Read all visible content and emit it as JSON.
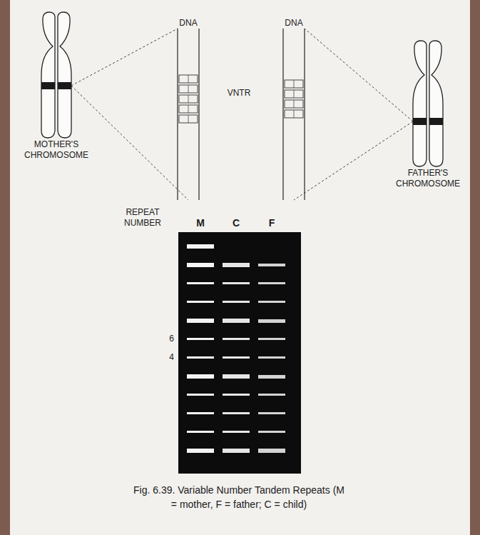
{
  "diagram": {
    "caption": "Fig. 6.39. Variable Number Tandem Repeats (M = mother, F = father; C = child)",
    "nodes": [
      {
        "text": [
          "MOTHER'S CHROMOSOME"
        ]
      },
      {
        "text": [
          "DNA"
        ]
      },
      {
        "text": [
          "DNA"
        ]
      },
      {
        "text": [
          "FATHER'S CHROMOSOME"
        ]
      }
    ],
    "edges": [
      {
        "from": 0,
        "to": 1,
        "arrow": "none"
      },
      {
        "from": 0,
        "to": 1,
        "arrow": "none"
      },
      {
        "from": 3,
        "to": 2,
        "arrow": "none"
      },
      {
        "from": 3,
        "to": 2,
        "arrow": "none"
      }
    ],
    "labels": [
      "VNTR",
      "REPEAT NUMBER",
      "M",
      "C",
      "F",
      "6",
      "4"
    ]
  }
}
